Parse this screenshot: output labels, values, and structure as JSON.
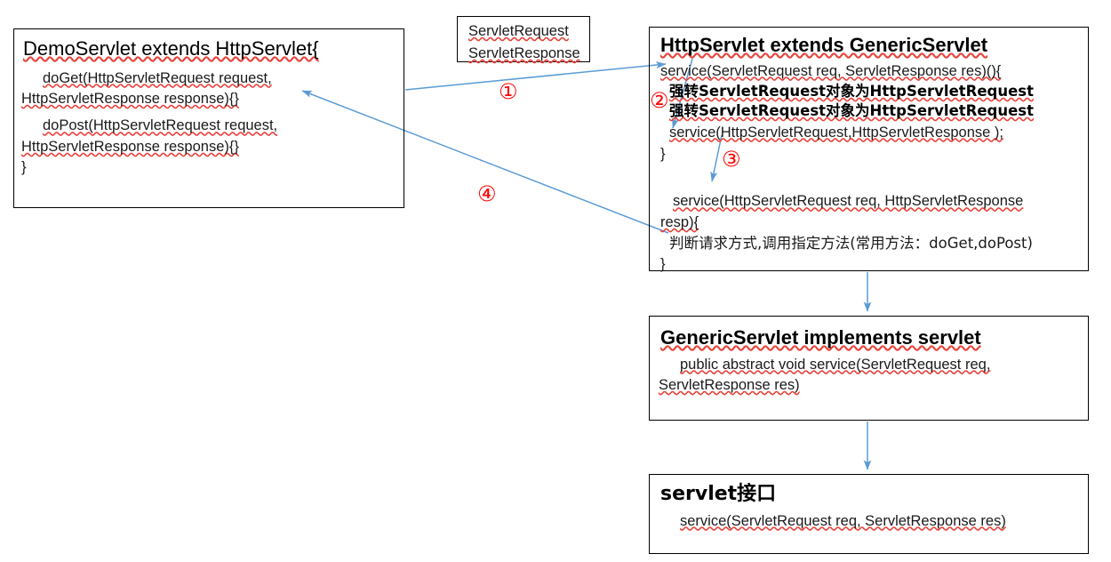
{
  "diagram": {
    "title": "Servlet inheritance and service() call flow",
    "accent_arrow_color": "#5B9BD5",
    "marker_color": "#FF0000",
    "border_color": "#000000",
    "spellcheck_underline_color": "#E8453C"
  },
  "label_box": {
    "line1": "ServletRequest",
    "line2": "ServletResponse"
  },
  "demo_servlet": {
    "title": "DemoServlet  extends HttpServlet{",
    "line1": "doGet(HttpServletRequest request,",
    "line2": "HttpServletResponse response){}",
    "line3": "doPost(HttpServletRequest request,",
    "line4": "HttpServletResponse response){}",
    "line5": "}"
  },
  "http_servlet": {
    "title": "HttpServlet extends GenericServlet",
    "line1": "service(ServletRequest req, ServletResponse res)(){",
    "line2": "强转ServletRequest对象为HttpServletRequest",
    "line3": "强转ServletRequest对象为HttpServletRequest",
    "line4": "service(HttpServletRequest,HttpServletResponse );",
    "line5": "}",
    "line6": "service(HttpServletRequest req, HttpServletResponse",
    "line7": "resp){",
    "line8": "判断请求方式,调用指定方法(常用方法：doGet,doPost)",
    "line9": "}"
  },
  "generic_servlet": {
    "title": "GenericServlet  implements  servlet",
    "line1": "public abstract void service(ServletRequest req,",
    "line2": "ServletResponse res)"
  },
  "servlet_interface": {
    "title": "servlet接口",
    "line1": "service(ServletRequest req, ServletResponse res)"
  },
  "markers": {
    "one": "①",
    "two": "②",
    "three": "③",
    "four": "④"
  }
}
